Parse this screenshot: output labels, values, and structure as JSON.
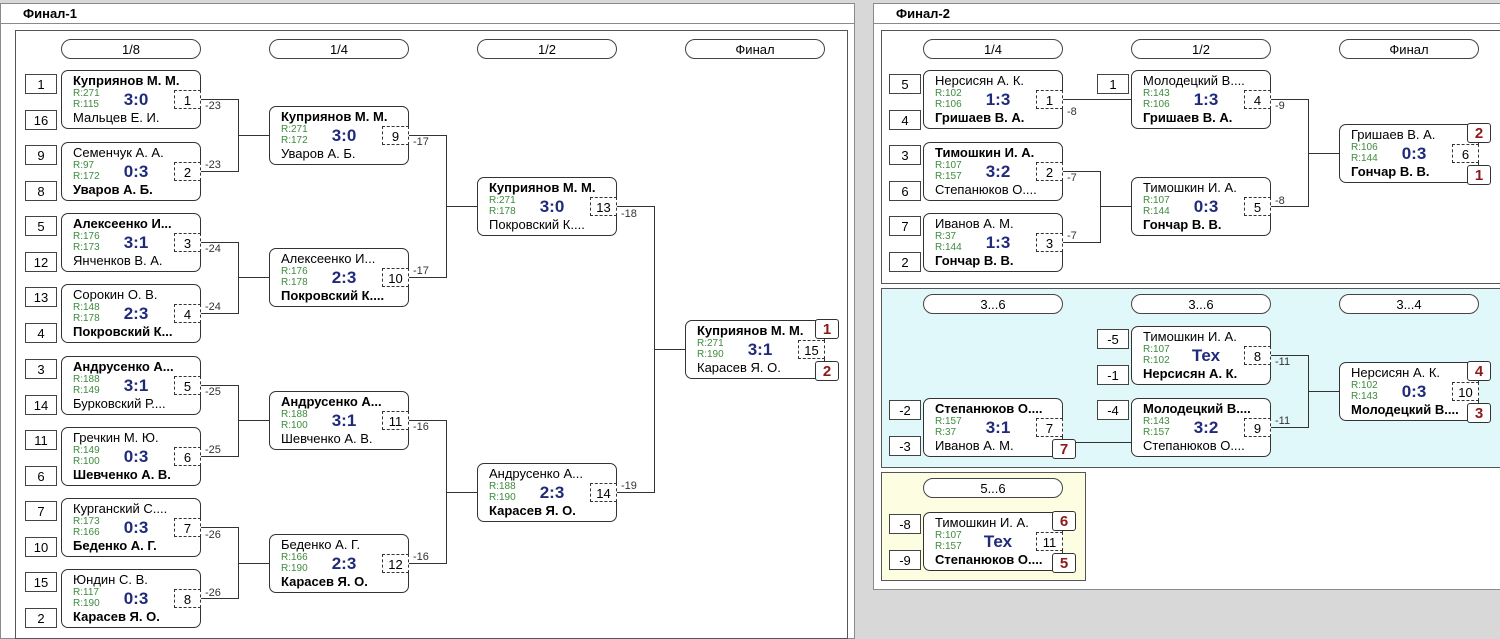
{
  "panel1": {
    "title": "Финал-1"
  },
  "panel2": {
    "title": "Финал-2"
  },
  "f1_headers": [
    "1/8",
    "1/4",
    "1/2",
    "Финал"
  ],
  "f2_headers": [
    "1/4",
    "1/2",
    "Финал"
  ],
  "f36_headers": [
    "3...6",
    "3...6",
    "3...4"
  ],
  "f56_header": "5...6",
  "f1_seeds": [
    "1",
    "16",
    "9",
    "8",
    "5",
    "12",
    "13",
    "4",
    "3",
    "14",
    "11",
    "6",
    "7",
    "10",
    "15",
    "2"
  ],
  "f2_seeds": [
    "5",
    "4",
    "3",
    "6",
    "7",
    "2",
    "1"
  ],
  "f36_seeds": [
    "-5",
    "-1",
    "-2",
    "-3",
    "-4"
  ],
  "f56_seeds": [
    "-8",
    "-9"
  ],
  "matches": [
    {
      "p1": "Куприянов М. М.",
      "p1_bold": true,
      "p2": "Мальцев Е. И.",
      "p2_bold": false,
      "r1": "R:271",
      "r2": "R:115",
      "score": "3:0",
      "num": "1",
      "loss": "-23"
    },
    {
      "p1": "Семенчук А. А.",
      "p1_bold": false,
      "p2": "Уваров А. Б.",
      "p2_bold": true,
      "r1": "R:97",
      "r2": "R:172",
      "score": "0:3",
      "num": "2",
      "loss": "-23"
    },
    {
      "p1": "Алексеенко И...",
      "p1_bold": true,
      "p2": "Янченков В. А.",
      "p2_bold": false,
      "r1": "R:176",
      "r2": "R:173",
      "score": "3:1",
      "num": "3",
      "loss": "-24"
    },
    {
      "p1": "Сорокин О. В.",
      "p1_bold": false,
      "p2": "Покровский К...",
      "p2_bold": true,
      "r1": "R:148",
      "r2": "R:178",
      "score": "2:3",
      "num": "4",
      "loss": "-24"
    },
    {
      "p1": "Андрусенко А...",
      "p1_bold": true,
      "p2": "Бурковский Р....",
      "p2_bold": false,
      "r1": "R:188",
      "r2": "R:149",
      "score": "3:1",
      "num": "5",
      "loss": "-25"
    },
    {
      "p1": "Гречкин М. Ю.",
      "p1_bold": false,
      "p2": "Шевченко А. В.",
      "p2_bold": true,
      "r1": "R:149",
      "r2": "R:100",
      "score": "0:3",
      "num": "6",
      "loss": "-25"
    },
    {
      "p1": "Курганский С....",
      "p1_bold": false,
      "p2": "Беденко А. Г.",
      "p2_bold": true,
      "r1": "R:173",
      "r2": "R:166",
      "score": "0:3",
      "num": "7",
      "loss": "-26"
    },
    {
      "p1": "Юндин С. В.",
      "p1_bold": false,
      "p2": "Карасев Я. О.",
      "p2_bold": true,
      "r1": "R:117",
      "r2": "R:190",
      "score": "0:3",
      "num": "8",
      "loss": "-26"
    },
    {
      "p1": "Куприянов М. М.",
      "p1_bold": true,
      "p2": "Уваров А. Б.",
      "p2_bold": false,
      "r1": "R:271",
      "r2": "R:172",
      "score": "3:0",
      "num": "9",
      "loss": "-17"
    },
    {
      "p1": "Алексеенко И...",
      "p1_bold": false,
      "p2": "Покровский К....",
      "p2_bold": true,
      "r1": "R:176",
      "r2": "R:178",
      "score": "2:3",
      "num": "10",
      "loss": "-17"
    },
    {
      "p1": "Андрусенко А...",
      "p1_bold": true,
      "p2": "Шевченко А. В.",
      "p2_bold": false,
      "r1": "R:188",
      "r2": "R:100",
      "score": "3:1",
      "num": "11",
      "loss": "-16"
    },
    {
      "p1": "Беденко А. Г.",
      "p1_bold": false,
      "p2": "Карасев Я. О.",
      "p2_bold": true,
      "r1": "R:166",
      "r2": "R:190",
      "score": "2:3",
      "num": "12",
      "loss": "-16"
    },
    {
      "p1": "Куприянов М. М.",
      "p1_bold": true,
      "p2": "Покровский К....",
      "p2_bold": false,
      "r1": "R:271",
      "r2": "R:178",
      "score": "3:0",
      "num": "13",
      "loss": "-18"
    },
    {
      "p1": "Андрусенко А...",
      "p1_bold": false,
      "p2": "Карасев Я. О.",
      "p2_bold": true,
      "r1": "R:188",
      "r2": "R:190",
      "score": "2:3",
      "num": "14",
      "loss": "-19"
    },
    {
      "p1": "Куприянов М. М.",
      "p1_bold": true,
      "p2": "Карасев Я. О.",
      "p2_bold": false,
      "r1": "R:271",
      "r2": "R:190",
      "score": "3:1",
      "num": "15",
      "loss": ""
    },
    {
      "p1": "Нерсисян А. К.",
      "p1_bold": false,
      "p2": "Гришаев В. А.",
      "p2_bold": true,
      "r1": "R:102",
      "r2": "R:106",
      "score": "1:3",
      "num": "1",
      "loss": "-8"
    },
    {
      "p1": "Тимошкин И. А.",
      "p1_bold": true,
      "p2": "Степанюков О....",
      "p2_bold": false,
      "r1": "R:107",
      "r2": "R:157",
      "score": "3:2",
      "num": "2",
      "loss": "-7"
    },
    {
      "p1": "Иванов А. М.",
      "p1_bold": false,
      "p2": "Гончар В. В.",
      "p2_bold": true,
      "r1": "R:37",
      "r2": "R:144",
      "score": "1:3",
      "num": "3",
      "loss": "-7"
    },
    {
      "p1": "Молодецкий В....",
      "p1_bold": false,
      "p2": "Гришаев В. А.",
      "p2_bold": true,
      "r1": "R:143",
      "r2": "R:106",
      "score": "1:3",
      "num": "4",
      "loss": "-9"
    },
    {
      "p1": "Тимошкин И. А.",
      "p1_bold": false,
      "p2": "Гончар В. В.",
      "p2_bold": true,
      "r1": "R:107",
      "r2": "R:144",
      "score": "0:3",
      "num": "5",
      "loss": "-8"
    },
    {
      "p1": "Гришаев В. А.",
      "p1_bold": false,
      "p2": "Гончар В. В.",
      "p2_bold": true,
      "r1": "R:106",
      "r2": "R:144",
      "score": "0:3",
      "num": "6",
      "loss": ""
    },
    {
      "p1": "Тимошкин И. А.",
      "p1_bold": false,
      "p2": "Нерсисян А. К.",
      "p2_bold": true,
      "r1": "R:107",
      "r2": "R:102",
      "score": "Тех",
      "num": "8",
      "loss": "-11"
    },
    {
      "p1": "Степанюков О....",
      "p1_bold": true,
      "p2": "Иванов А. М.",
      "p2_bold": false,
      "r1": "R:157",
      "r2": "R:37",
      "score": "3:1",
      "num": "7",
      "loss": ""
    },
    {
      "p1": "Молодецкий В....",
      "p1_bold": true,
      "p2": "Степанюков О....",
      "p2_bold": false,
      "r1": "R:143",
      "r2": "R:157",
      "score": "3:2",
      "num": "9",
      "loss": "-11"
    },
    {
      "p1": "Нерсисян А. К.",
      "p1_bold": false,
      "p2": "Молодецкий В....",
      "p2_bold": true,
      "r1": "R:102",
      "r2": "R:143",
      "score": "0:3",
      "num": "10",
      "loss": ""
    },
    {
      "p1": "Тимошкин И. А.",
      "p1_bold": false,
      "p2": "Степанюков О....",
      "p2_bold": true,
      "r1": "R:107",
      "r2": "R:157",
      "score": "Тех",
      "num": "11",
      "loss": ""
    }
  ],
  "places": [
    "1",
    "2",
    "2",
    "1",
    "4",
    "3",
    "7",
    "6",
    "5"
  ],
  "colors": {
    "score": "#1f2b7a",
    "rating": "#3d8c3d",
    "place": "#8b1a1a",
    "bg_3_6": "#e0f8fa",
    "bg_5_6": "#fdfde2"
  }
}
